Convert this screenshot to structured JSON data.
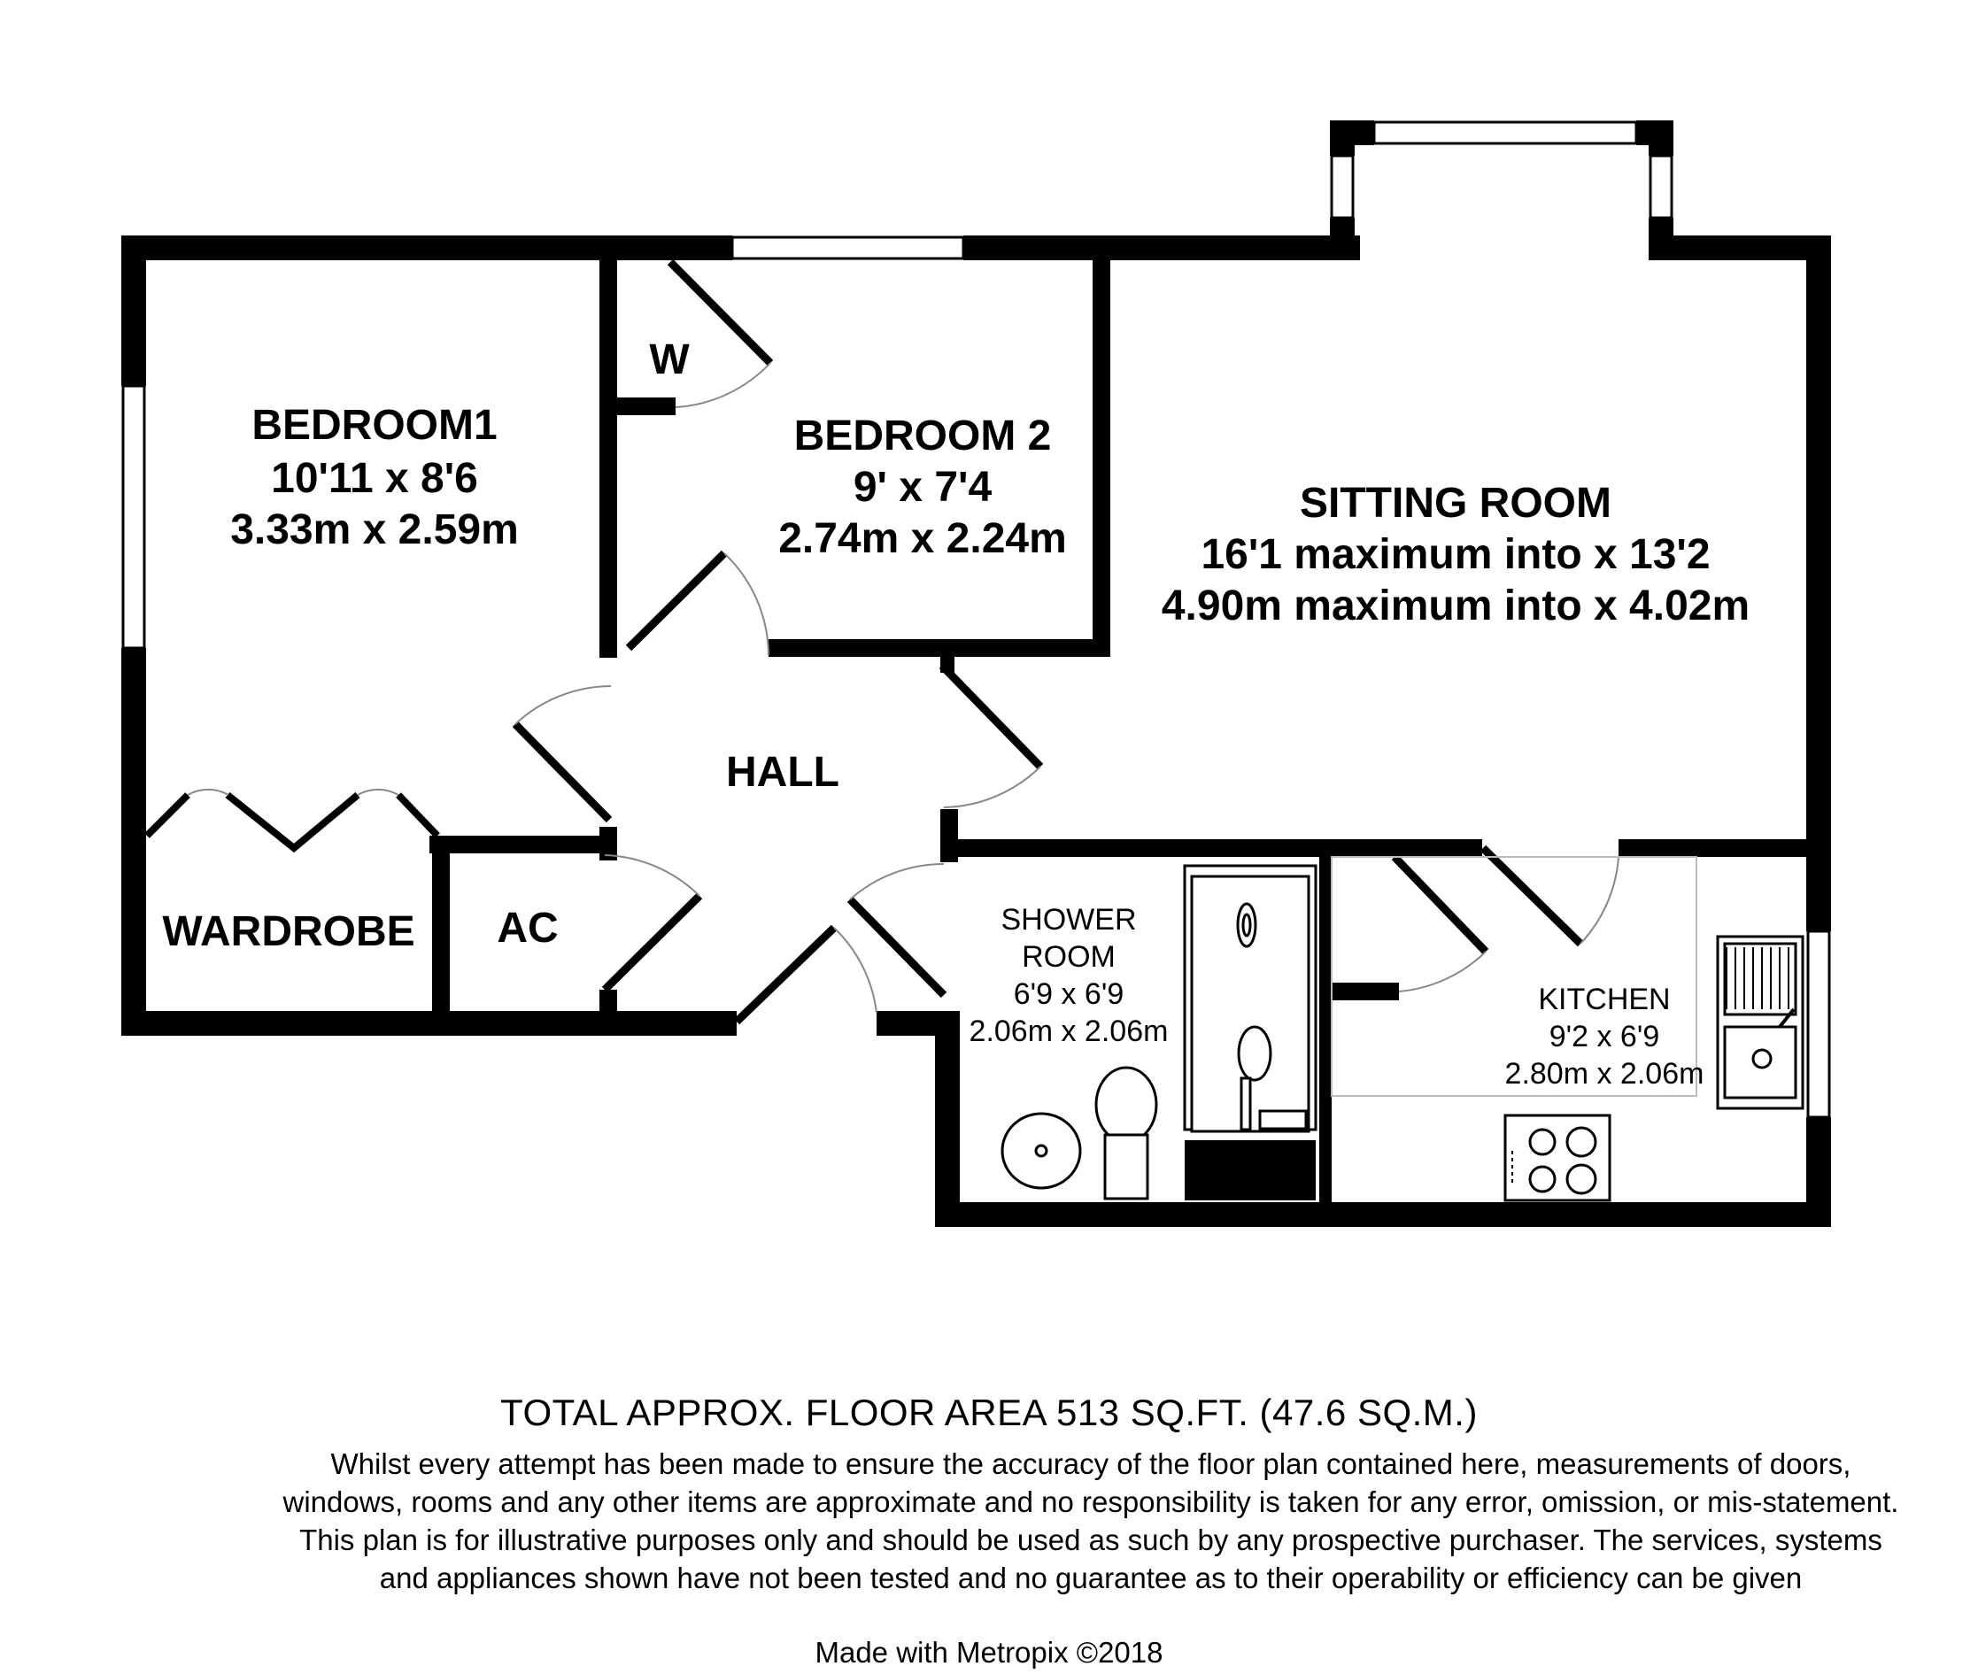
{
  "rooms": {
    "bedroom1": {
      "name": "BEDROOM1",
      "imperial": "10'11 x 8'6",
      "metric": "3.33m x 2.59m"
    },
    "bedroom2": {
      "name": "BEDROOM 2",
      "imperial": "9' x 7'4",
      "metric": "2.74m x 2.24m"
    },
    "sitting": {
      "name": "SITTING ROOM",
      "imperial": "16'1 maximum into x 13'2",
      "metric": "4.90m maximum into x 4.02m"
    },
    "hall": {
      "name": "HALL"
    },
    "wardrobe": {
      "name": "WARDROBE"
    },
    "ac": {
      "name": "AC"
    },
    "w": {
      "name": "W"
    },
    "shower": {
      "name_line1": "SHOWER",
      "name_line2": "ROOM",
      "imperial": "6'9 x 6'9",
      "metric": "2.06m x 2.06m"
    },
    "kitchen": {
      "name": "KITCHEN",
      "imperial": "9'2 x 6'9",
      "metric": "2.80m x 2.06m"
    }
  },
  "footer": {
    "total_area": "TOTAL APPROX. FLOOR AREA 513 SQ.FT. (47.6 SQ.M.)",
    "disclaimer": "Whilst every attempt has been made to ensure the accuracy of the floor plan contained here, measurements of doors, windows, rooms and any other items are approximate and no responsibility is taken for any error, omission, or mis-statement. This plan is for illustrative purposes only and should be used as such by any prospective purchaser. The services, systems and appliances shown have not been tested and no guarantee as to their operability or efficiency can be given",
    "credit": "Made with Metropix ©2018"
  }
}
